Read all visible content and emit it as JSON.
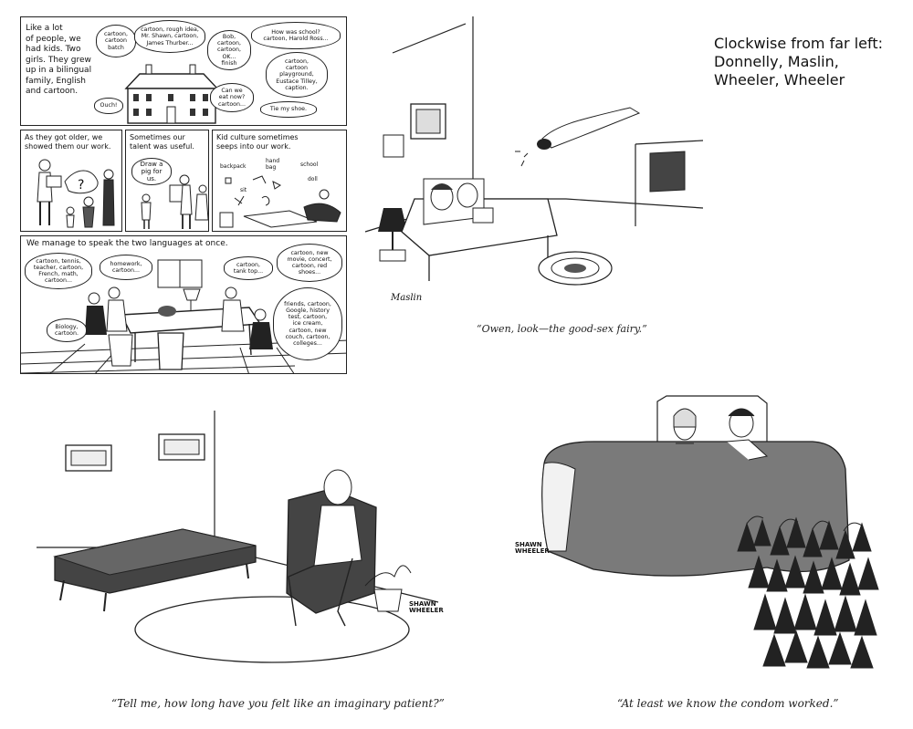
{
  "header": {
    "lines": [
      "Clockwise from far left:",
      "Donnelly, Maslin,",
      "Wheeler, Wheeler"
    ]
  },
  "comic": {
    "panel1": {
      "narration": "Like a lot\nof people, we\nhad kids. Two\ngirls. They grew\nup in a bilingual\nfamily, English\nand cartoon.",
      "bubbles": [
        "cartoon,\ncartoon\nbatch",
        "cartoon, rough idea,\nMr. Shawn, cartoon,\nJames Thurber...",
        "Bob,\ncartoon,\ncartoon,\nOK...\nfinish",
        "How was school?\ncartoon, Harold Ross...",
        "cartoon,\ncartoon\nplayground,\nEustace Tilley,\ncaption.",
        "Ouch!",
        "Can we\neat now?\ncartoon...",
        "Tie my shoe."
      ]
    },
    "panel2": {
      "narration": "As they got older, we\nshowed them our work."
    },
    "panel3": {
      "narration": "Sometimes our\ntalent was useful.",
      "bubble": "Draw a\npig for us."
    },
    "panel4": {
      "narration": "Kid culture sometimes\nseeps into our work.",
      "scribbles": [
        "backpack",
        "hand\nbag",
        "school",
        "sit",
        "doll"
      ]
    },
    "panel5": {
      "narration": "We manage to speak the two languages at once.",
      "bubbles": [
        "cartoon, tennis,\nteacher, cartoon,\nFrench, math,\ncartoon...",
        "homework,\ncartoon...",
        "cartoon,\ntank top...",
        "cartoon, new\nmovie, concert,\ncartoon, red\nshoes...",
        "friends, cartoon,\nGoogle, history\ntest, cartoon,\nice cream,\ncartoon, new\ncouch, cartoon,\ncolleges...",
        "Biology,\ncartoon."
      ]
    }
  },
  "cartoons": {
    "fairy": {
      "signature": "Maslin",
      "caption": "“Owen, look—the good-sex fairy.”"
    },
    "therapist": {
      "signature": "SHAWN\nWHEELER",
      "caption": "“Tell me, how long have you felt like an imaginary patient?”"
    },
    "reapers": {
      "signature": "SHAWN\nWHEELER",
      "caption": "“At least we know the condom worked.”"
    }
  },
  "colors": {
    "ink": "#1a1a1a",
    "paper": "#ffffff",
    "shade": "#5a5a5a"
  }
}
